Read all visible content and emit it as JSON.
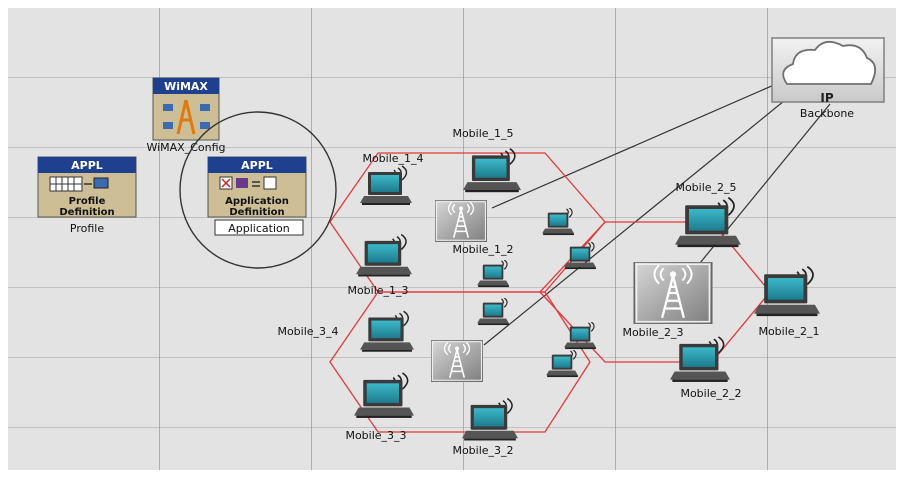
{
  "scenario": {
    "cloud": {
      "title": "IP",
      "label": "Backbone"
    },
    "config_nodes": {
      "wimax": {
        "badge": "WiMAX",
        "label": "WiMAX_Config"
      },
      "profile": {
        "badge": "APPL",
        "line1": "Profile",
        "line2": "Definition",
        "label": "Profile"
      },
      "application": {
        "badge": "APPL",
        "line1": "Application",
        "line2": "Definition",
        "label": "Application"
      }
    },
    "mobiles": [
      {
        "id": "m14",
        "label": "Mobile_1_4"
      },
      {
        "id": "m15",
        "label": "Mobile_1_5"
      },
      {
        "id": "m12",
        "label": "Mobile_1_2"
      },
      {
        "id": "m13",
        "label": "Mobile_1_3"
      },
      {
        "id": "m34",
        "label": "Mobile_3_4"
      },
      {
        "id": "m33",
        "label": "Mobile_3_3"
      },
      {
        "id": "m32",
        "label": "Mobile_3_2"
      },
      {
        "id": "m25",
        "label": "Mobile_2_5"
      },
      {
        "id": "m23",
        "label": "Mobile_2_3"
      },
      {
        "id": "m21",
        "label": "Mobile_2_1"
      },
      {
        "id": "m22",
        "label": "Mobile_2_2"
      }
    ],
    "colors": {
      "workspace": "#e3e3e3",
      "cell_boundary": "#e3393a",
      "badge": "#1f3f8f",
      "link": "#333333"
    }
  }
}
